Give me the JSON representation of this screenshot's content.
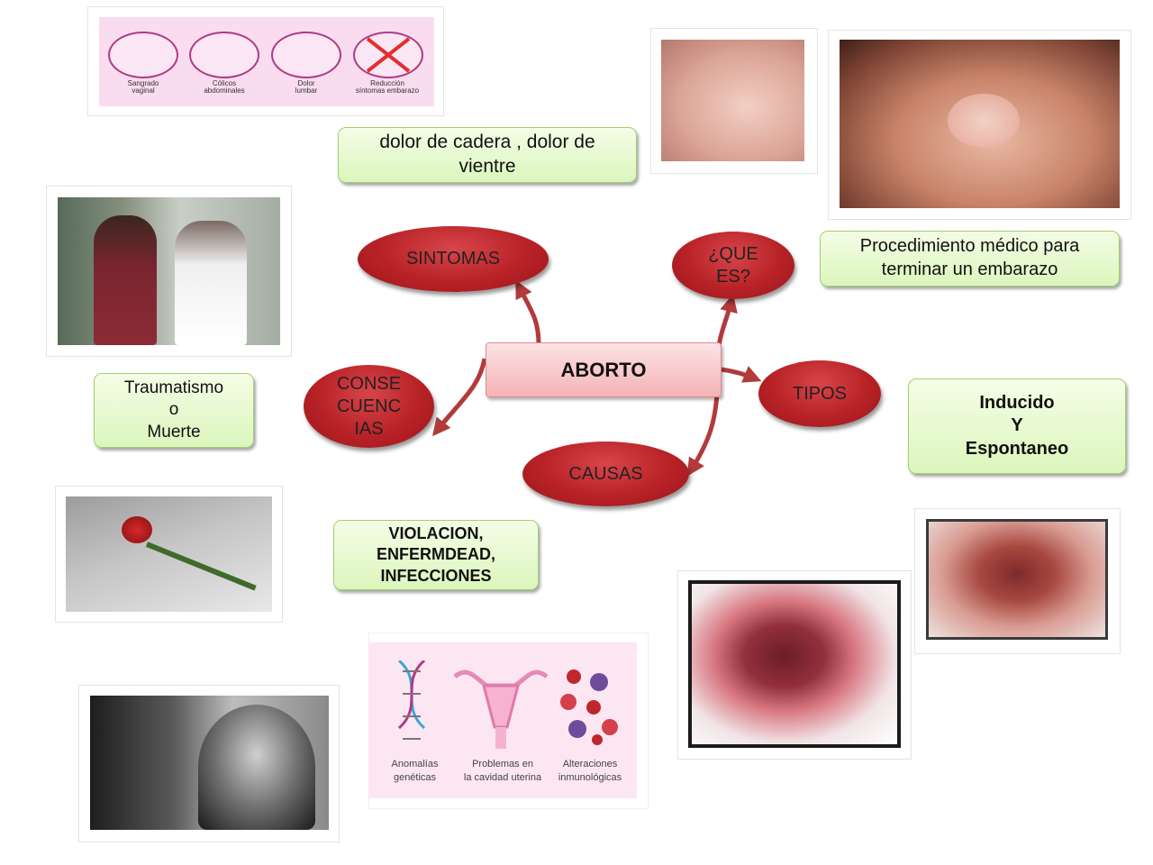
{
  "central": {
    "label": "ABORTO"
  },
  "nodes": {
    "sintomas": "SINTOMAS",
    "que_es_line1": "¿QUE",
    "que_es_line2": "ES?",
    "tipos": "TIPOS",
    "causas": "CAUSAS",
    "consecuencias_line1": "CONSE",
    "consecuencias_line2": "CUENC",
    "consecuencias_line3": "IAS"
  },
  "descriptions": {
    "sintomas_line1": "dolor de cadera , dolor de",
    "sintomas_line2": "vientre",
    "que_es_line1": "Procedimiento médico para",
    "que_es_line2": "terminar un embarazo",
    "tipos_line1": "Inducido",
    "tipos_line2": "Y",
    "tipos_line3": "Espontaneo",
    "causas_line1": "VIOLACION,",
    "causas_line2": "ENFERMDEAD,",
    "causas_line3": "INFECCIONES",
    "consecuencias_line1": "Traumatismo",
    "consecuencias_line2": "o",
    "consecuencias_line3": "Muerte"
  },
  "symptom_icons": [
    {
      "label_line1": "Sangrado",
      "label_line2": "vaginal"
    },
    {
      "label_line1": "Cólicos",
      "label_line2": "abdominales"
    },
    {
      "label_line1": "Dolor",
      "label_line2": "lumbar"
    },
    {
      "label_line1": "Reducción",
      "label_line2": "síntomas embarazo"
    }
  ],
  "cause_icons": [
    {
      "label_line1": "Anomalías",
      "label_line2": "genéticas"
    },
    {
      "label_line1": "Problemas en",
      "label_line2": "la cavidad uterina"
    },
    {
      "label_line1": "Alteraciones",
      "label_line2": "inmunológicas"
    }
  ],
  "colors": {
    "oval": "#b82227",
    "arrow": "#b23a3a",
    "green_border": "#a2cf70",
    "icon_accent": "#b03a86"
  }
}
